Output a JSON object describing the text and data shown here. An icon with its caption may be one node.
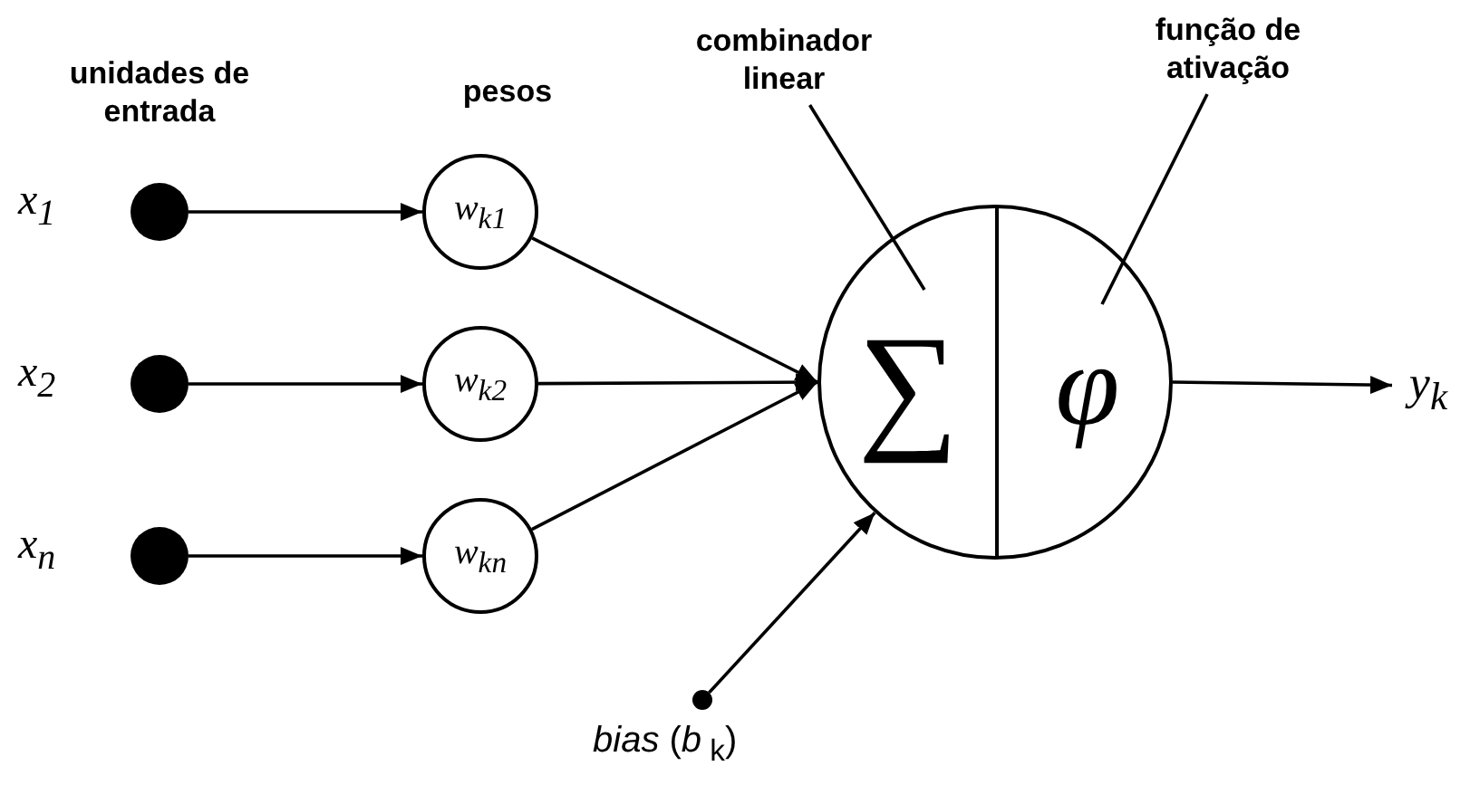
{
  "diagram": {
    "nodes": [
      {
        "text": [],
        "shape": "circle",
        "beside": [
          "x$_{1}$"
        ]
      },
      {
        "text": [],
        "shape": "circle",
        "beside": [
          "x$_{2}$"
        ]
      },
      {
        "text": [],
        "shape": "circle",
        "beside": [
          "x$_{n}$"
        ]
      },
      {
        "text": [
          "w$_{k1}$"
        ]
      },
      {
        "text": [
          "w$_{k2}$"
        ]
      },
      {
        "text": [
          "w$_{kn}$"
        ]
      },
      {
        "text": [],
        "shape": "circle"
      },
      {
        "text": [
          "∑"
        ],
        "in": 6
      },
      {
        "text": [
          "φ"
        ],
        "in": 6
      },
      {
        "text": [
          "y$_{k}$"
        ]
      },
      {
        "text": [],
        "shape": "circle",
        "beside": [
          "*bias* (*b*$_{ k}$)"
        ]
      },
      {
        "text": [
          "combinador linear"
        ]
      },
      {
        "text": [
          "função de ativação"
        ]
      }
    ],
    "edges": [
      {
        "from": 0,
        "to": 3,
        "arrow": "to"
      },
      {
        "from": 1,
        "to": 4,
        "arrow": "to"
      },
      {
        "from": 2,
        "to": 5,
        "arrow": "to"
      },
      {
        "from": 3,
        "to": 7,
        "arrow": "to"
      },
      {
        "from": 4,
        "to": 7,
        "arrow": "to"
      },
      {
        "from": 5,
        "to": 7,
        "arrow": "to"
      },
      {
        "from": 8,
        "to": 9,
        "arrow": "to"
      },
      {
        "from": 10,
        "to": 6,
        "arrow": "to"
      },
      {
        "from": 11,
        "to": 7,
        "arrow": "none"
      },
      {
        "from": 12,
        "to": 8,
        "arrow": "none"
      }
    ],
    "labels": [
      "unidades de entrada",
      "pesos"
    ]
  }
}
